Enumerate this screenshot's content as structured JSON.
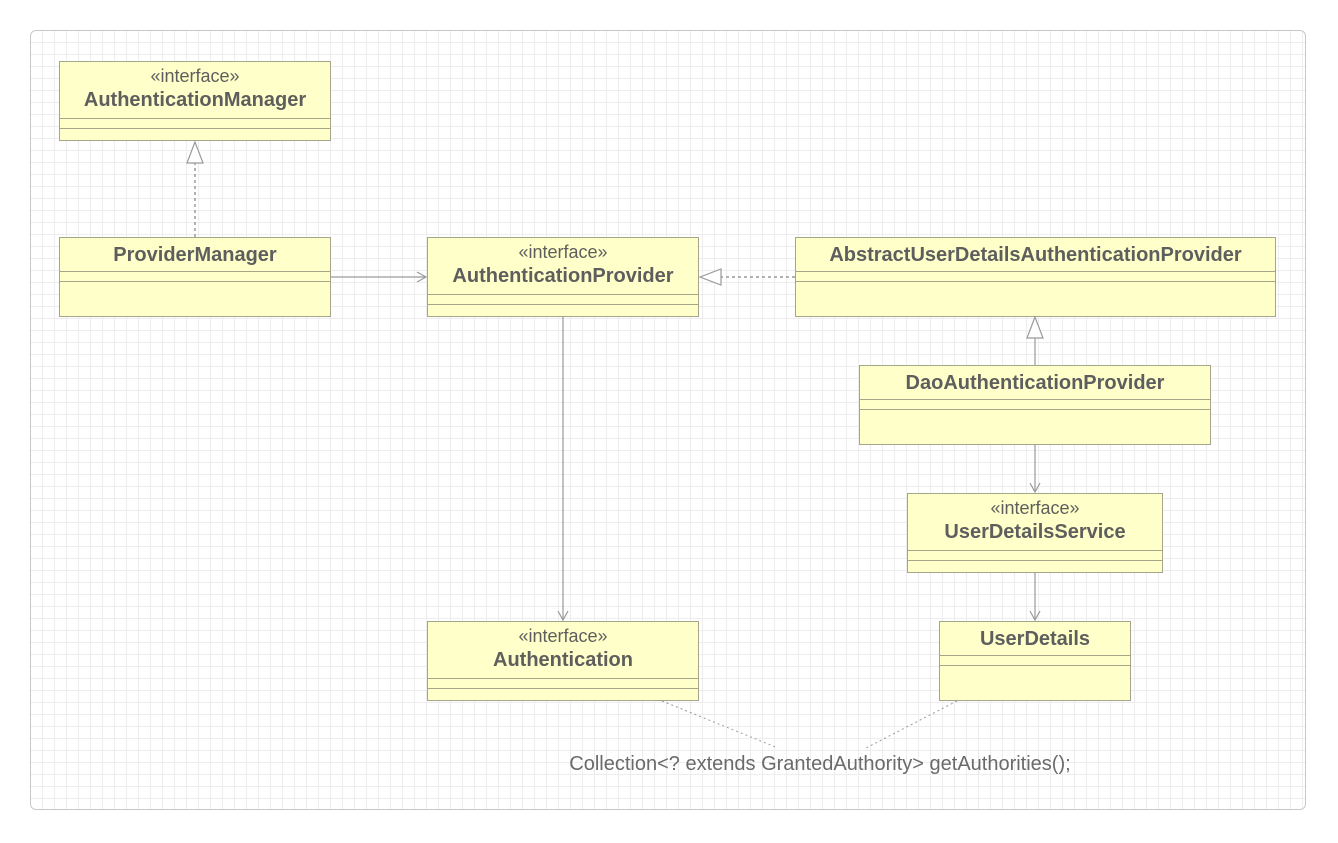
{
  "diagram": {
    "classes": [
      {
        "id": "authentication-manager",
        "stereotype": "«interface»",
        "name": "AuthenticationManager"
      },
      {
        "id": "provider-manager",
        "stereotype": "",
        "name": "ProviderManager"
      },
      {
        "id": "authentication-provider",
        "stereotype": "«interface»",
        "name": "AuthenticationProvider"
      },
      {
        "id": "abstract-user-details-authentication-provider",
        "stereotype": "",
        "name": "AbstractUserDetailsAuthenticationProvider"
      },
      {
        "id": "dao-authentication-provider",
        "stereotype": "",
        "name": "DaoAuthenticationProvider"
      },
      {
        "id": "user-details-service",
        "stereotype": "«interface»",
        "name": "UserDetailsService"
      },
      {
        "id": "authentication",
        "stereotype": "«interface»",
        "name": "Authentication"
      },
      {
        "id": "user-details",
        "stereotype": "",
        "name": "UserDetails"
      }
    ],
    "relations": [
      {
        "from": "provider-manager",
        "to": "authentication-manager",
        "kind": "realization"
      },
      {
        "from": "provider-manager",
        "to": "authentication-provider",
        "kind": "association"
      },
      {
        "from": "abstract-user-details-authentication-provider",
        "to": "authentication-provider",
        "kind": "realization"
      },
      {
        "from": "dao-authentication-provider",
        "to": "abstract-user-details-authentication-provider",
        "kind": "generalization"
      },
      {
        "from": "dao-authentication-provider",
        "to": "user-details-service",
        "kind": "association"
      },
      {
        "from": "user-details-service",
        "to": "user-details",
        "kind": "association"
      },
      {
        "from": "authentication-provider",
        "to": "authentication",
        "kind": "association"
      }
    ],
    "note": "Collection<? extends GrantedAuthority> getAuthorities();",
    "colors": {
      "class_fill": "#ffffc9",
      "class_border": "#a5a589",
      "line": "#9a9a9a",
      "text": "#5e5e5e"
    }
  }
}
